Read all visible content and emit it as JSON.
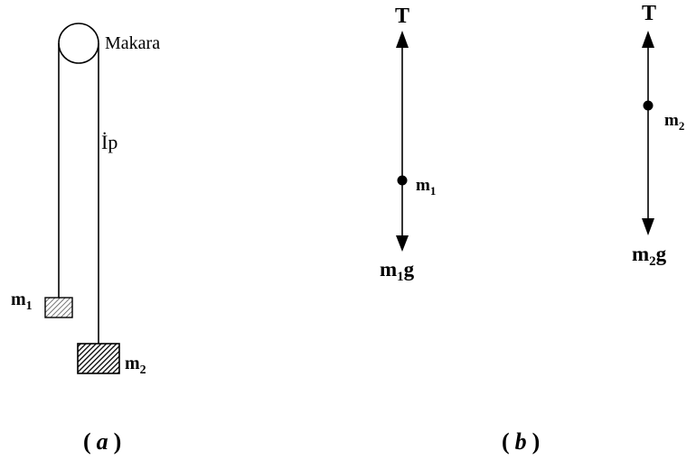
{
  "panel_a": {
    "pulley_label": "Makara",
    "rope_label": "İp",
    "mass1": {
      "base": "m",
      "sub": "1"
    },
    "mass2": {
      "base": "m",
      "sub": "2"
    },
    "caption_open": "(",
    "caption_letter": "a",
    "caption_close": ")"
  },
  "panel_b": {
    "body1": {
      "tension": "T",
      "mass": {
        "base": "m",
        "sub": "1"
      },
      "weight": {
        "base": "m",
        "sub": "1",
        "tail": "g"
      }
    },
    "body2": {
      "tension": "T",
      "mass": {
        "base": "m",
        "sub": "2"
      },
      "weight": {
        "base": "m",
        "sub": "2",
        "tail": "g"
      }
    },
    "caption_open": "(",
    "caption_letter": "b",
    "caption_close": ")"
  }
}
